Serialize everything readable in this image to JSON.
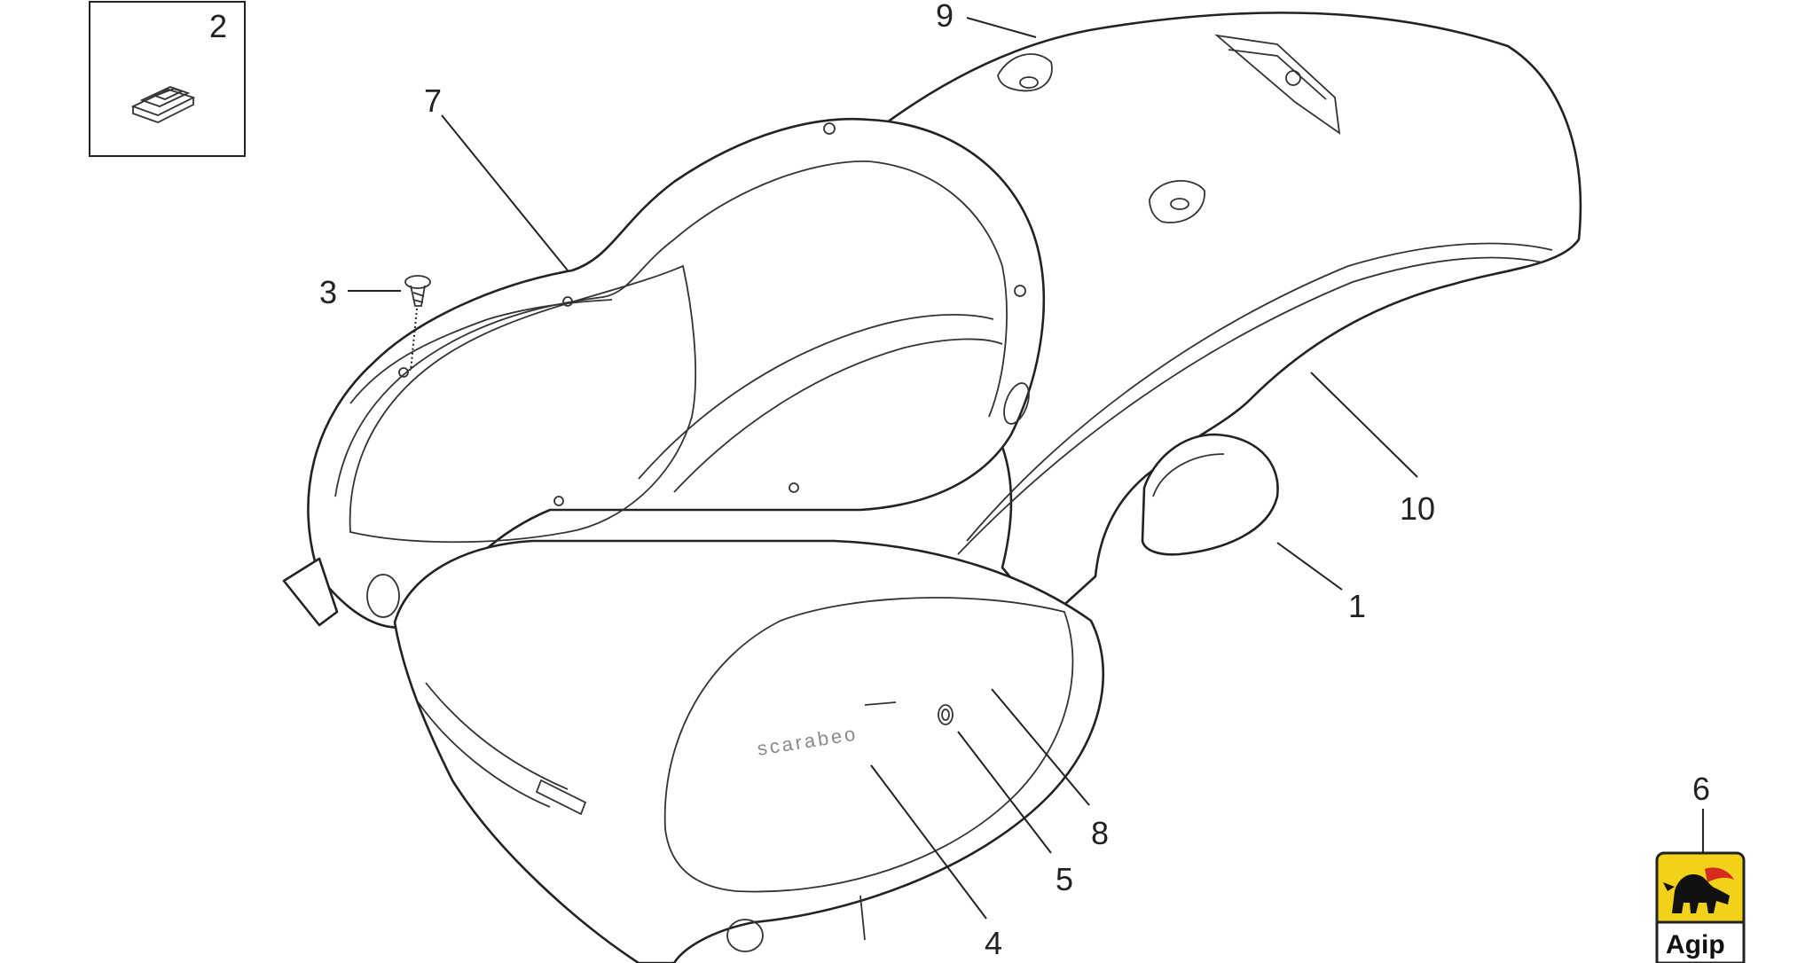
{
  "callouts": {
    "c1": "1",
    "c2": "2",
    "c3": "3",
    "c4": "4",
    "c5": "5",
    "c6": "6",
    "c7": "7",
    "c8": "8",
    "c9": "9",
    "c10": "10"
  },
  "body_text": "scarabeo",
  "logo": {
    "text": "Agip",
    "icon": "six-legged-dog-icon",
    "colors": {
      "background": "#f2d11a",
      "text": "#111111",
      "flame": "#d62b1f"
    }
  }
}
